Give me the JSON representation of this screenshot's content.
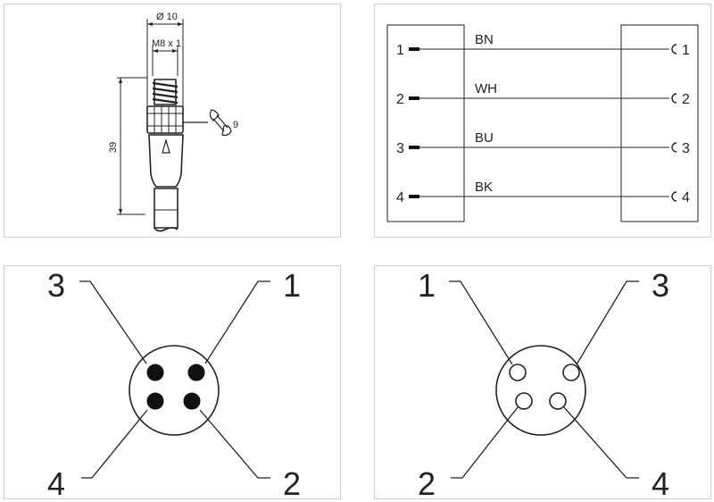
{
  "dimension_drawing": {
    "diameter_label": "Ø 10",
    "thread_label": "M8 x 1",
    "length_label": "39",
    "wrench_size_label": "9"
  },
  "wiring": {
    "left_pins": [
      "1",
      "2",
      "3",
      "4"
    ],
    "right_pins": [
      "1",
      "2",
      "3",
      "4"
    ],
    "wire_colors": [
      "BN",
      "WH",
      "BU",
      "BK"
    ]
  },
  "male_face": {
    "pin_labels": {
      "top_left": "3",
      "top_right": "1",
      "bottom_left": "4",
      "bottom_right": "2"
    }
  },
  "female_face": {
    "pin_labels": {
      "top_left": "1",
      "top_right": "3",
      "bottom_left": "2",
      "bottom_right": "4"
    }
  }
}
